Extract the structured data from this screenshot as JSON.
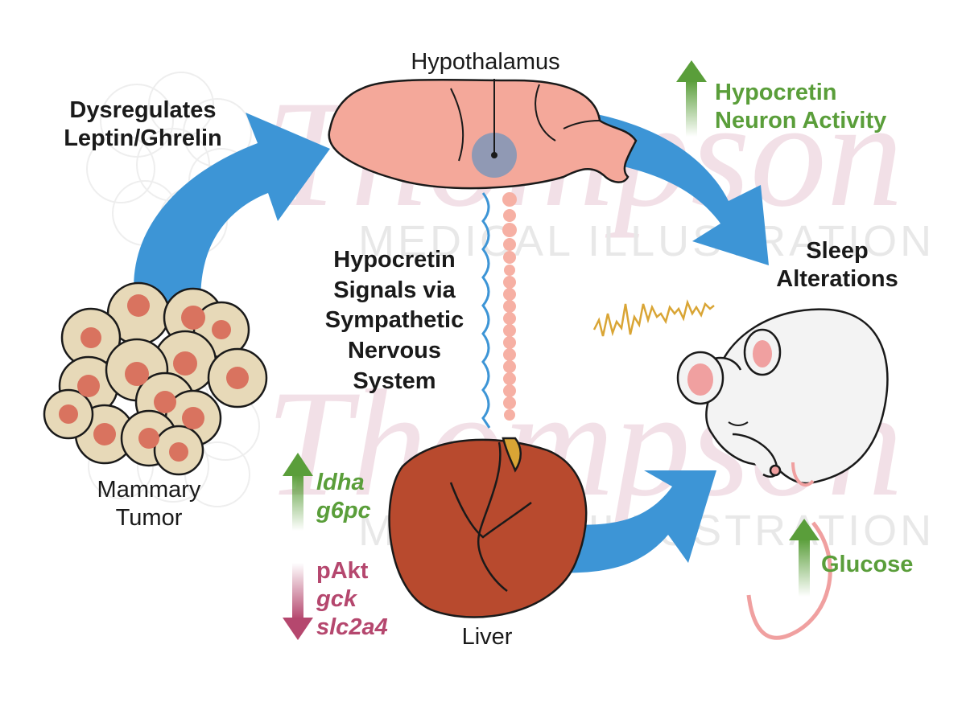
{
  "watermark": {
    "script": "Thompson",
    "caption": "MEDICAL ILLUSTRATION"
  },
  "labels": {
    "hypothalamus": "Hypothalamus",
    "dysregulates": [
      "Dysregulates",
      "Leptin/Ghrelin"
    ],
    "hypocretin_signals": [
      "Hypocretin",
      "Signals via",
      "Sympathetic",
      "Nervous",
      "System"
    ],
    "hypocretin_activity": [
      "Hypocretin",
      "Neuron Activity"
    ],
    "sleep": [
      "Sleep",
      "Alterations"
    ],
    "tumor": [
      "Mammary",
      "Tumor"
    ],
    "liver": "Liver",
    "glucose": "Glucose",
    "up_genes": [
      "ldha",
      "g6pc"
    ],
    "down_genes": [
      "pAkt",
      "gck",
      "slc2a4"
    ]
  },
  "colors": {
    "flow_arrow": "#3d95d6",
    "brain": "#f4a89a",
    "hypothalamus_spot": "#7e96b8",
    "tumor_cell": "#e7d9b8",
    "tumor_nucleus": "#d9735f",
    "liver": "#b84a2e",
    "mouse": "#f3f3f3",
    "mouse_pink": "#f0a0a0",
    "eeg": "#d9a535",
    "up_green": "#5a9e3a",
    "down_pink": "#b5476e",
    "nerve_blue": "#3d95d6"
  }
}
